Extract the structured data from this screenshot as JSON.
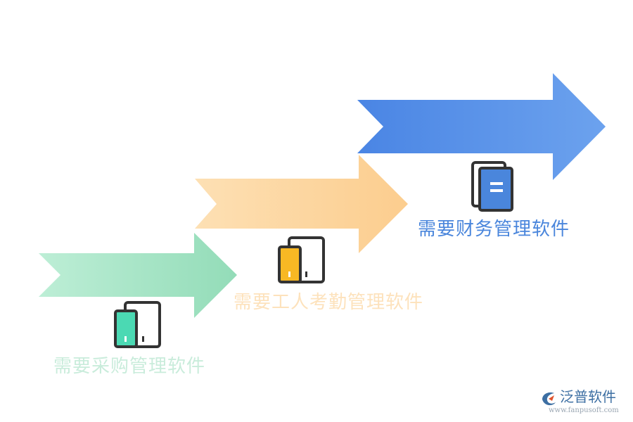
{
  "steps": [
    {
      "label": "需要采购管理软件",
      "arrow_color": "#a8e2c4",
      "accent_color": "#4bd9b3",
      "text_color": "#c9ecdb",
      "icon": "tablet-phone-icon"
    },
    {
      "label": "需要工人考勤管理软件",
      "arrow_color": "#fdd39d",
      "accent_color": "#f8b824",
      "text_color": "#fde2bc",
      "icon": "tablet-phone-icon"
    },
    {
      "label": "需要财务管理软件",
      "arrow_color": "#4f8fe8",
      "accent_color": "#4a86dc",
      "text_color": "#4a86dc",
      "icon": "document-stack-icon"
    }
  ],
  "watermark": {
    "name": "泛普软件",
    "url": "www.fanpusoft.com"
  }
}
